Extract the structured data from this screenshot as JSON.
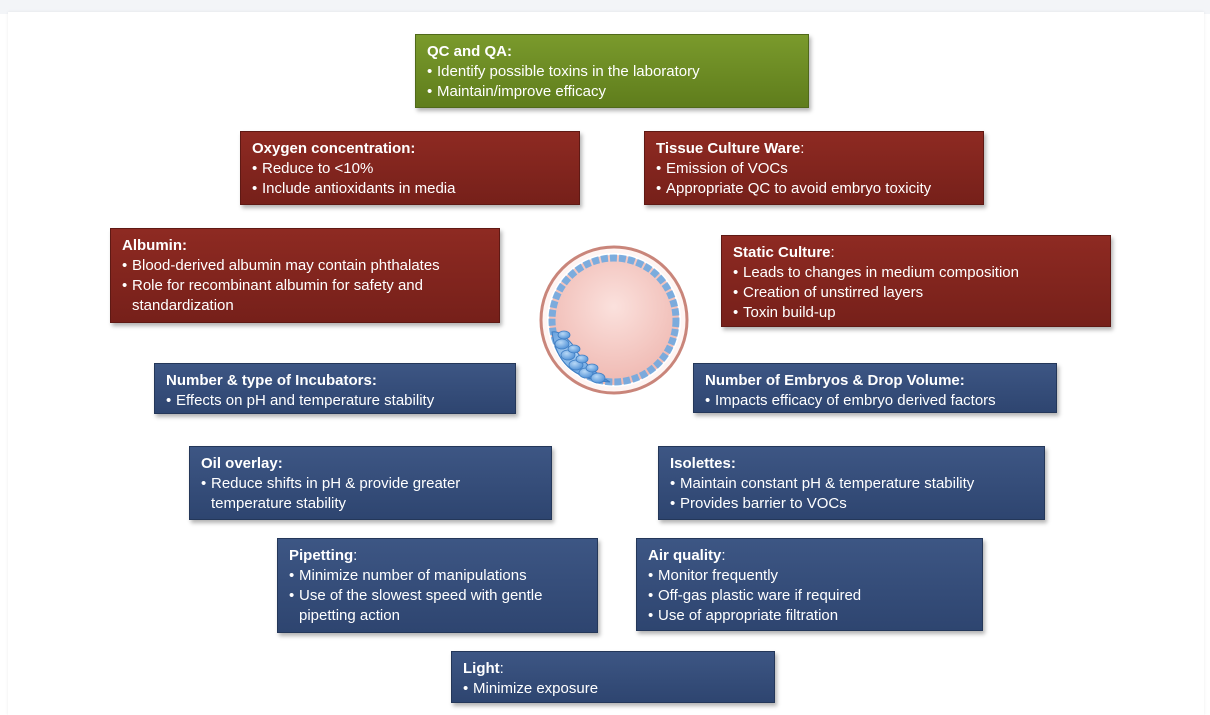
{
  "boxes": {
    "qc_qa": {
      "title": "QC and QA:",
      "suffix": "",
      "bullets": [
        "Identify possible toxins in the laboratory",
        "Maintain/improve efficacy"
      ],
      "color": "#6f8f26"
    },
    "oxygen": {
      "title": "Oxygen concentration:",
      "suffix": "",
      "bullets": [
        "Reduce to <10%",
        "Include antioxidants in media"
      ],
      "color": "#832620"
    },
    "tissue_culture": {
      "title": "Tissue Culture Ware",
      "suffix": ":",
      "bullets": [
        "Emission of VOCs",
        "Appropriate QC to avoid embryo toxicity"
      ],
      "color": "#832620"
    },
    "albumin": {
      "title": "Albumin:",
      "suffix": "",
      "bullets": [
        "Blood-derived albumin may contain phthalates",
        "Role for recombinant albumin for safety and standardization"
      ],
      "color": "#832620"
    },
    "static_culture": {
      "title": "Static Culture",
      "suffix": ":",
      "bullets": [
        "Leads to changes in medium composition",
        "Creation of unstirred layers",
        "Toxin build-up"
      ],
      "color": "#832620"
    },
    "incubators": {
      "title": "Number & type of Incubators:",
      "suffix": "",
      "bullets": [
        "Effects on pH and temperature stability"
      ],
      "color": "#354d7a"
    },
    "embryos_drop": {
      "title": "Number of Embryos & Drop Volume:",
      "suffix": "",
      "bullets": [
        "Impacts efficacy of embryo derived factors"
      ],
      "color": "#354d7a"
    },
    "oil_overlay": {
      "title": "Oil overlay:",
      "suffix": "",
      "bullets": [
        "Reduce shifts in pH & provide greater temperature stability"
      ],
      "color": "#354d7a"
    },
    "isolettes": {
      "title": "Isolettes:",
      "suffix": "",
      "bullets": [
        "Maintain constant pH & temperature stability",
        "Provides barrier to VOCs"
      ],
      "color": "#354d7a"
    },
    "pipetting": {
      "title": "Pipetting",
      "suffix": ":",
      "bullets": [
        "Minimize number of manipulations",
        "Use of the slowest speed with gentle pipetting action"
      ],
      "color": "#354d7a"
    },
    "air_quality": {
      "title": "Air quality",
      "suffix": ":",
      "bullets": [
        "Monitor frequently",
        "Off-gas plastic ware if required",
        "Use of appropriate filtration"
      ],
      "color": "#354d7a"
    },
    "light": {
      "title": "Light",
      "suffix": ":",
      "bullets": [
        "Minimize exposure"
      ],
      "color": "#354d7a"
    }
  },
  "center_image": {
    "icon": "embryo-icon",
    "colors": {
      "ring": "#c9857a",
      "fluid": "#f5c9c4",
      "cells": "#6fa8e0"
    }
  }
}
